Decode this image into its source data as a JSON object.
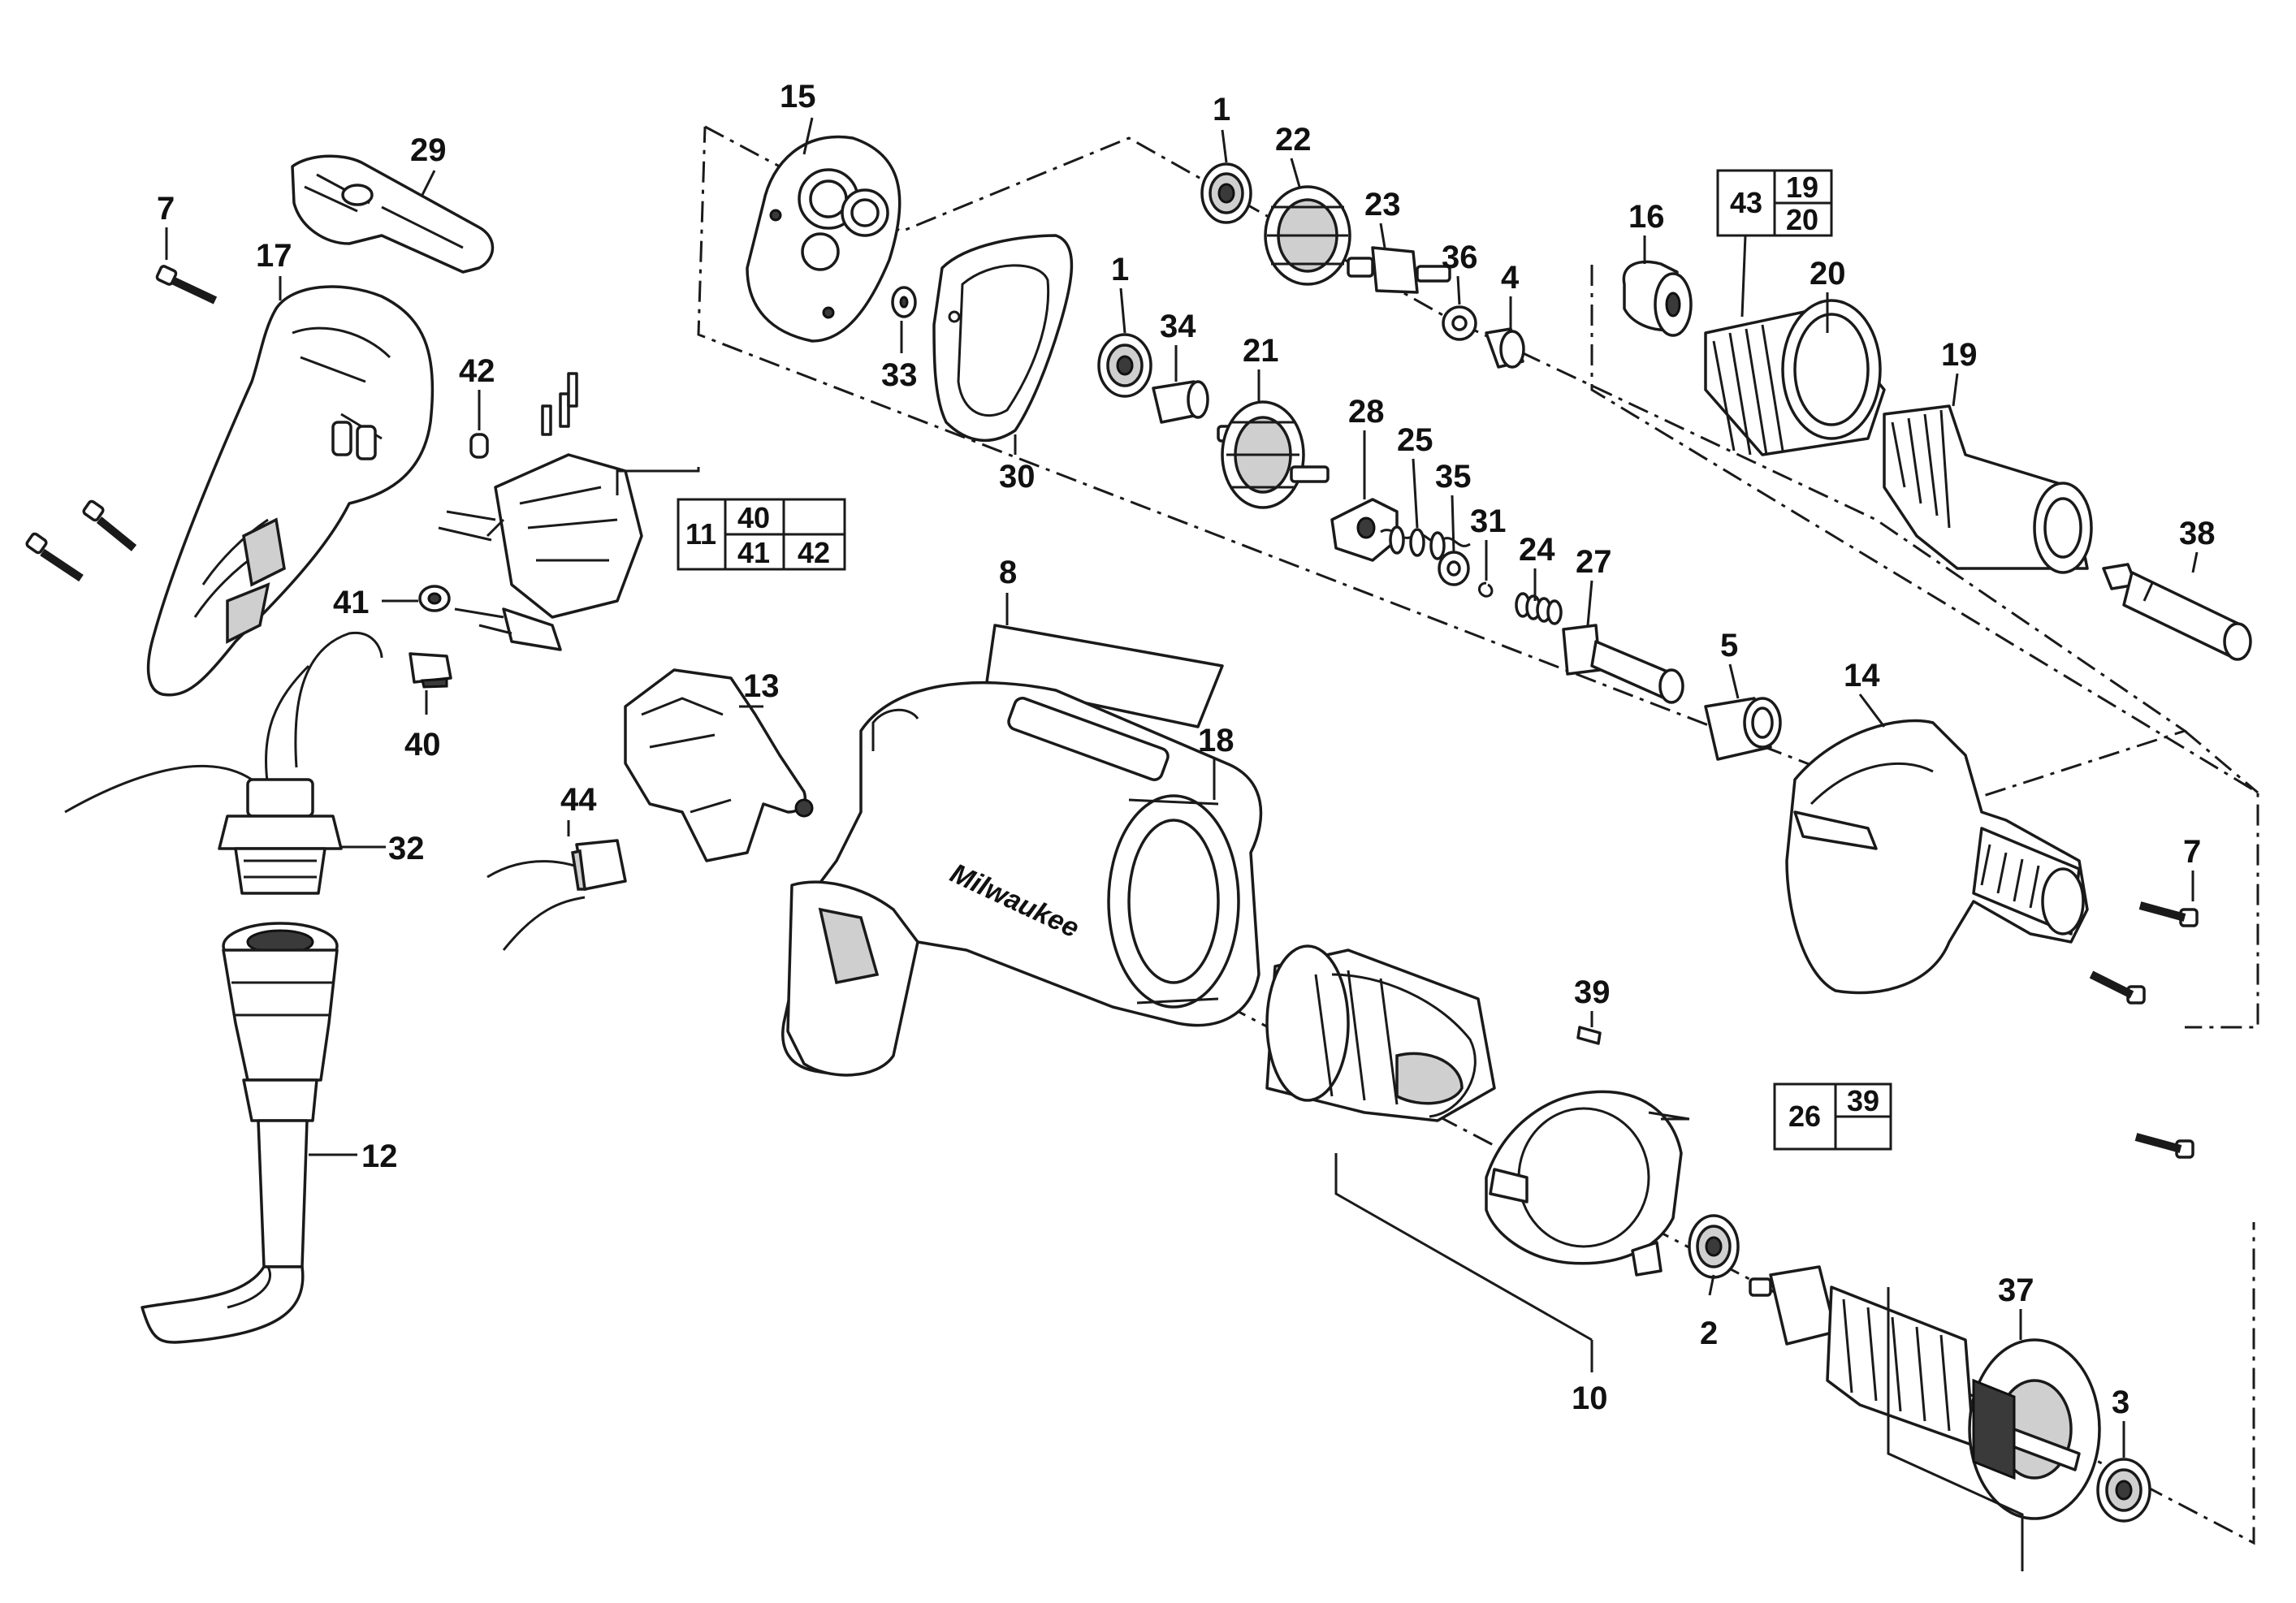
{
  "labels": {
    "p1a": "1",
    "p1b": "1",
    "p2": "2",
    "p3": "3",
    "p4": "4",
    "p5": "5",
    "p7a": "7",
    "p7b": "7",
    "p8": "8",
    "p10": "10",
    "p12": "12",
    "p13": "13",
    "p14": "14",
    "p15": "15",
    "p16": "16",
    "p17": "17",
    "p18": "18",
    "p19": "19",
    "p20": "20",
    "p21": "21",
    "p22": "22",
    "p23": "23",
    "p24": "24",
    "p25": "25",
    "p27": "27",
    "p28": "28",
    "p29": "29",
    "p30": "30",
    "p31": "31",
    "p32": "32",
    "p33": "33",
    "p34": "34",
    "p35": "35",
    "p36": "36",
    "p37": "37",
    "p38": "38",
    "p39": "39",
    "p40": "40",
    "p41": "41",
    "p42": "42",
    "p44": "44"
  },
  "kits": {
    "kit43": {
      "main": "43",
      "top": "19",
      "bottom": "20"
    },
    "kit11": {
      "main": "11",
      "top_left": "40",
      "top_right": "",
      "bottom_left": "41",
      "bottom_right": "42"
    },
    "kit26": {
      "main": "26",
      "right": "39"
    }
  },
  "brand_logo": "Milwaukee",
  "colors": {
    "ink": "#1a1a1a",
    "paper": "#ffffff"
  }
}
